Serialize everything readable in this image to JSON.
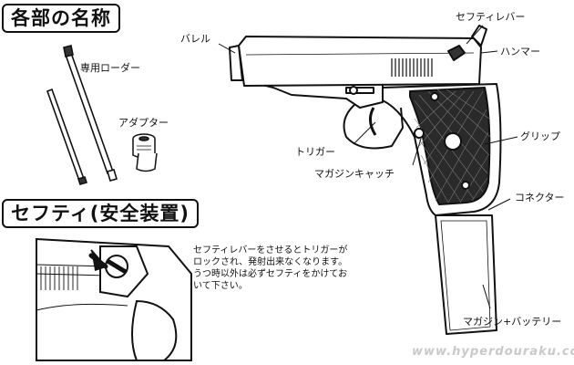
{
  "sections": {
    "parts_title": "各部の名称",
    "safety_title": "セフティ(安全装置)"
  },
  "labels": {
    "barrel": "バレル",
    "safety_lever": "セフティレバー",
    "hammer": "ハンマー",
    "loader": "専用ローダー",
    "adapter": "アダプター",
    "trigger": "トリガー",
    "grip": "グリップ",
    "magazine_catch": "マガジンキャッチ",
    "connector": "コネクター",
    "magazine_battery": "マガジン+バッテリー"
  },
  "safety_note": {
    "lines": [
      "セフティレバーをさせるとトリガーが",
      "ロックされ、発射出来なくなります。",
      "うつ時以外は必ずセフティをかけてお",
      "いて下さい。"
    ]
  },
  "watermark": "www.hyperdouraku.com"
}
